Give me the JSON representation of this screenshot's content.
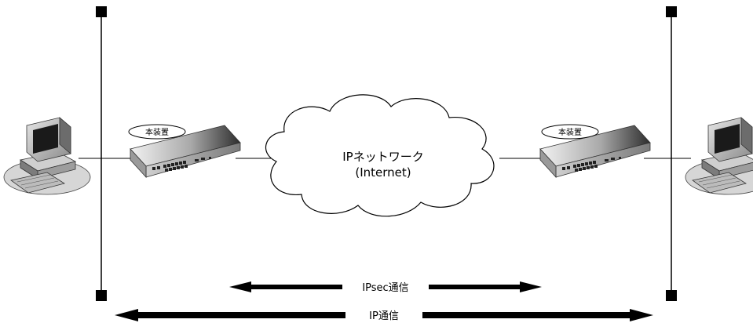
{
  "diagram": {
    "devices": {
      "left_router_tag": "本装置",
      "right_router_tag": "本装置"
    },
    "network": {
      "cloud_title": "IPネットワーク",
      "cloud_subtitle": "(Internet)"
    },
    "flows": {
      "ipsec_label": "IPsec通信",
      "ip_label": "IP通信"
    },
    "colors": {
      "line": "#000000",
      "router_dark": "#3a3a3a",
      "router_light": "#d8d8d8",
      "pc_body": "#b9b9b9"
    },
    "icons": [
      "pc-icon",
      "router-icon",
      "cloud-icon",
      "lan-segment"
    ]
  }
}
